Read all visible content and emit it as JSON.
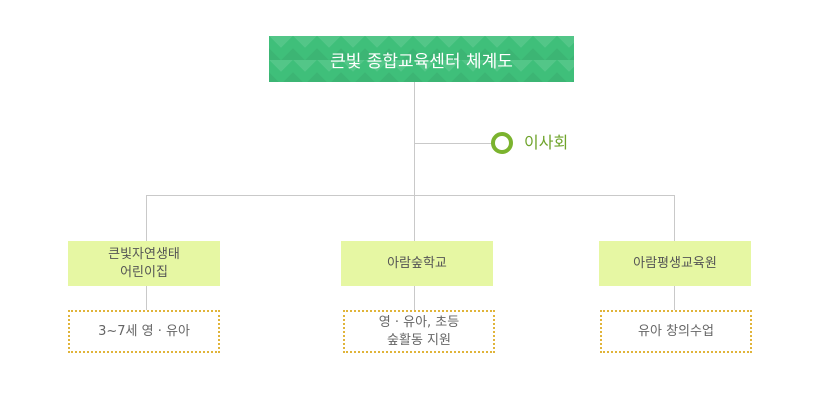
{
  "title": "큰빛 종합교육센터 체계도",
  "board": "이사회",
  "organizations": [
    {
      "name": "큰빛자연생태\n어린이집",
      "program": "3~7세 영 · 유아"
    },
    {
      "name": "아람숲학교",
      "program": "영 · 유아, 초등\n숲활동 지원"
    },
    {
      "name": "아람평생교육원",
      "program": "유아 창의수업"
    }
  ],
  "colors": {
    "title_bg": "#3fbf7a",
    "board_ring": "#7bb32e",
    "org_bg": "#e6f7a3",
    "program_border": "#e0b43a",
    "connector": "#c9c9c9"
  }
}
